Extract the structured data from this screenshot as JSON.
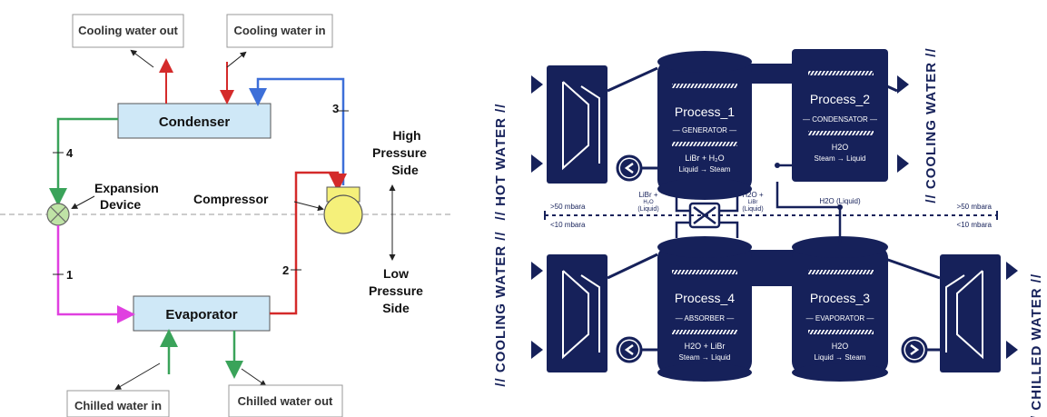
{
  "left_diagram": {
    "cooling_water_out": "Cooling water out",
    "cooling_water_in": "Cooling water in",
    "condenser": "Condenser",
    "evaporator": "Evaporator",
    "expansion_device_line1": "Expansion",
    "expansion_device_line2": "Device",
    "compressor": "Compressor",
    "high_pressure_line1": "High",
    "high_pressure_line2": "Pressure",
    "high_pressure_line3": "Side",
    "low_pressure_line1": "Low",
    "low_pressure_line2": "Pressure",
    "low_pressure_line3": "Side",
    "chilled_water_in": "Chilled water in",
    "chilled_water_out": "Chilled water out",
    "point_1": "1",
    "point_2": "2",
    "point_3": "3",
    "point_4": "4",
    "colors": {
      "red": "#d42a2a",
      "blue": "#3d6fd8",
      "green": "#3aa35a",
      "magenta": "#e040e0",
      "box_fill": "#cfe8f7",
      "compressor_fill": "#f5f07a"
    }
  },
  "right_diagram": {
    "hot_water": "// HOT WATER //",
    "cooling_water_right": "// COOLING WATER //",
    "cooling_water_left": "// COOLING WATER //",
    "chilled_water": "// CHILLED WATER //",
    "p1_title": "Process_1",
    "p1_sub": "— GENERATOR —",
    "p1_line1": "LiBr + H₂O",
    "p1_line2": "Liquid → Steam",
    "p2_title": "Process_2",
    "p2_sub": "— CONDENSATOR —",
    "p2_line1": "H2O",
    "p2_line2": "Steam → Liquid",
    "p3_title": "Process_3",
    "p3_sub": "— EVAPORATOR —",
    "p3_line1": "H2O",
    "p3_line2": "Liquid → Steam",
    "p4_title": "Process_4",
    "p4_sub": "— ABSORBER —",
    "p4_line1": "H2O + LiBr",
    "p4_line2": "Steam → Liquid",
    "libr_label_1": "LiBr +",
    "libr_label_2": "H₂O",
    "libr_label_3": "(Liquid)",
    "h2o_libr_1": "H2O +",
    "h2o_libr_2": "LiBr",
    "h2o_libr_3": "(Liquid)",
    "h2o_liquid": "H2O (Liquid)",
    "gt50_left": ">50 mbara",
    "lt10_left": "<10 mbara",
    "gt50_right": ">50 mbara",
    "lt10_right": "<10 mbara",
    "colors": {
      "navy": "#16215a",
      "white": "#ffffff"
    }
  }
}
